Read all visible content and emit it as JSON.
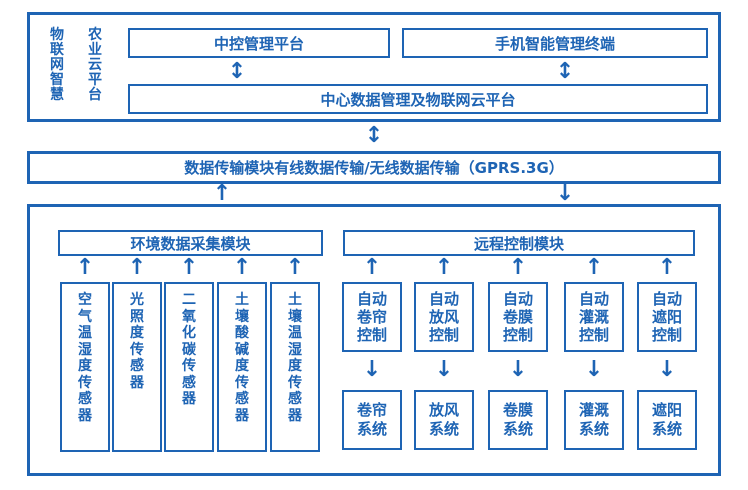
{
  "top": {
    "side_label_col1": "物联网智慧",
    "side_label_col2": "农业云平台",
    "central_control": "中控管理平台",
    "mobile_terminal": "手机智能管理终端",
    "cloud_platform": "中心数据管理及物联网云平台"
  },
  "transmission": {
    "label": "数据传输模块有线数据传输/无线数据传输（GPRS.3G）"
  },
  "env_module": {
    "title": "环境数据采集模块",
    "sensors": [
      "空气温湿度传感器",
      "光照度传感器",
      "二氧化碳传感器",
      "土壤酸碱度传感器",
      "土壤温湿度传感器"
    ]
  },
  "remote_module": {
    "title": "远程控制模块",
    "controls": [
      {
        "control": "自动卷帘控制",
        "system": "卷帘系统"
      },
      {
        "control": "自动放风控制",
        "system": "放风系统"
      },
      {
        "control": "自动卷膜控制",
        "system": "卷膜系统"
      },
      {
        "control": "自动灌溉控制",
        "system": "灌溉系统"
      },
      {
        "control": "自动遮阳控制",
        "system": "遮阳系统"
      }
    ]
  },
  "icons": {
    "up": "↑",
    "down": "↓",
    "updown": "↕"
  },
  "colors": {
    "primary": "#1e64b4"
  }
}
